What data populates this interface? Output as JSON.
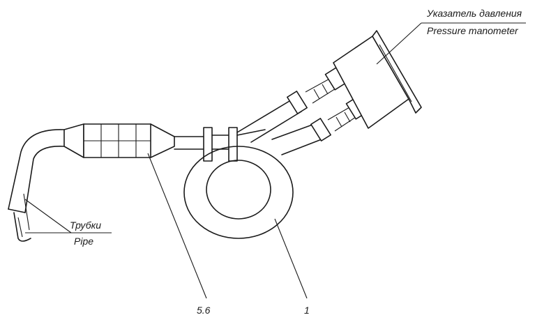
{
  "labels": {
    "manometer_ru": "Указатель давления",
    "manometer_en": "Pressure manometer",
    "pipe_ru": "Трубки",
    "pipe_en": "Pipe",
    "part_56": "5.6",
    "part_1": "1"
  }
}
